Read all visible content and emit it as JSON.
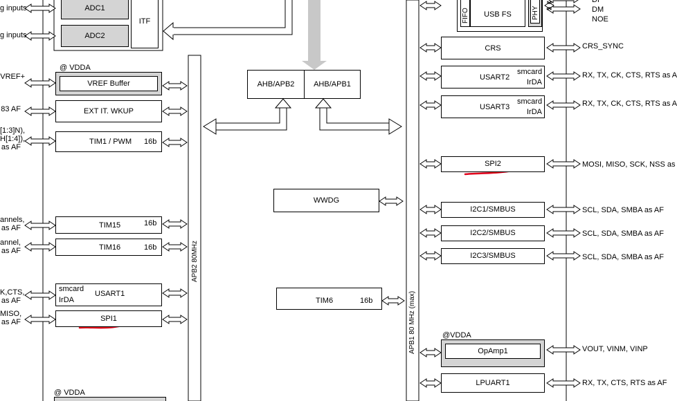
{
  "left_edge": {
    "analog_inputs_1": "g inputs",
    "analog_inputs_2": "g inputs",
    "vref": "VREF+",
    "af83": "83 AF",
    "tim1_a": "[1:3]N),",
    "tim1_b": "H[1:4]),",
    "tim1_c": "as AF",
    "tim15_a": "annels,",
    "tim15_b": "as AF",
    "tim16_a": "annel,",
    "tim16_b": "as AF",
    "usart1_a": "K,CTS,",
    "usart1_b": "as AF",
    "spi1_a": "MISO,",
    "spi1_b": "as AF"
  },
  "blocks": {
    "adc1": "ADC1",
    "adc2": "ADC2",
    "itf": "ITF",
    "vdda_1": "@ VDDA",
    "vref_buffer": "VREF Buffer",
    "ext_it": "EXT IT. WKUP",
    "tim1": "TIM1 / PWM",
    "tim1_bits": "16b",
    "tim15": "TIM15",
    "tim15_bits": "16b",
    "tim16": "TIM16",
    "tim16_bits": "16b",
    "usart1_smcard": "smcard",
    "usart1_irda": "IrDA",
    "usart1": "USART1",
    "spi1": "SPI1",
    "vdda_2": "@ VDDA",
    "apb2_bus": "APB2 80MHz",
    "ahb_apb2": "AHB/APB2",
    "ahb_apb1": "AHB/APB1",
    "wwdg": "WWDG",
    "tim6": "TIM6",
    "tim6_bits": "16b",
    "apb1_bus": "APB1 80 MHz (max)",
    "fifo": "FIFO",
    "usb_fs": "USB FS",
    "phy": "PHY",
    "crs": "CRS",
    "usart2": "USART2",
    "usart2_smcard": "smcard",
    "usart2_irda": "IrDA",
    "usart3": "USART3",
    "usart3_smcard": "smcard",
    "usart3_irda": "IrDA",
    "spi2": "SPI2",
    "i2c1": "I2C1/SMBUS",
    "i2c2": "I2C2/SMBUS",
    "i2c3": "I2C3/SMBUS",
    "vdda_3": "@VDDA",
    "opamp1": "OpAmp1",
    "lpuart1": "LPUART1"
  },
  "right_signals": {
    "dp": "DP",
    "dm": "DM",
    "noe": "NOE",
    "crs_sync": "CRS_SYNC",
    "usart2": "RX, TX, CK, CTS, RTS as AF",
    "usart3": "RX, TX, CK, CTS, RTS as AF",
    "spi2": "MOSI, MISO, SCK, NSS as AF",
    "i2c1": "SCL, SDA, SMBA as AF",
    "i2c2": "SCL, SDA, SMBA as AF",
    "i2c3": "SCL, SDA, SMBA as AF",
    "opamp1": "VOUT, VINM, VINP",
    "lpuart1": "RX, TX, CTS, RTS as AF"
  },
  "colors": {
    "line": "#000000",
    "block_grey": "#d4d4d4",
    "arrow_fill": "#ffffff",
    "bridge_arrow": "#c8c8c8",
    "annotation_red": "#e0001a"
  }
}
